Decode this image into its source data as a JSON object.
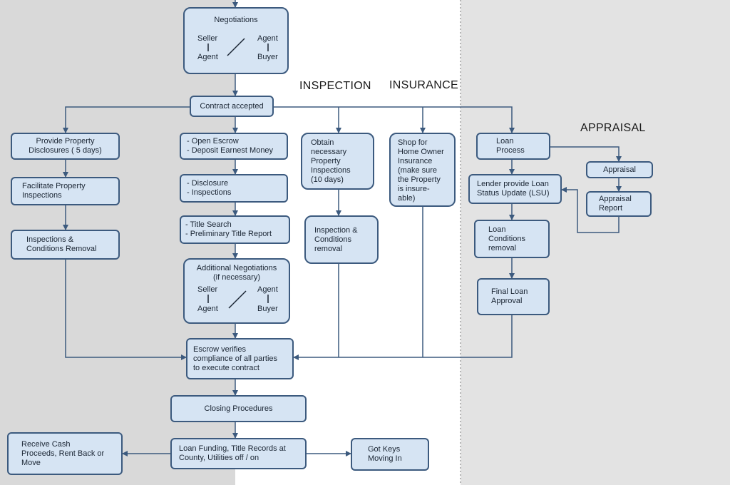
{
  "sections": {
    "inspection": "INSPECTION",
    "insurance": "INSURANCE",
    "appraisal": "APPRAISAL"
  },
  "nodes": {
    "negotiations": {
      "title": "Negotiations",
      "seller": "Seller",
      "agent_left": "Agent",
      "agent_right": "Agent",
      "buyer": "Buyer"
    },
    "contract_accepted": "Contract accepted",
    "provide_disclosures": "Provide Property\nDisclosures ( 5 days)",
    "facilitate_inspections": "Facilitate Property\nInspections",
    "inspections_removal_left": "Inspections &\nConditions Removal",
    "open_escrow": "- Open Escrow\n- Deposit Earnest Money",
    "disclosure_inspections": "- Disclosure\n- Inspections",
    "title_search": "- Title Search\n- Preliminary Title Report",
    "additional_negotiations": {
      "title": "Additional Negotiations\n(if necessary)",
      "seller": "Seller",
      "agent_left": "Agent",
      "agent_right": "Agent",
      "buyer": "Buyer"
    },
    "escrow_verifies": "Escrow verifies\ncompliance of all parties\nto execute contract",
    "closing_procedures": "Closing Procedures",
    "loan_funding": "Loan Funding, Title Records at\nCounty, Utilities off / on",
    "receive_cash": "Receive Cash\nProceeds, Rent Back or\nMove",
    "got_keys": "Got Keys\nMoving In",
    "obtain_inspections": "Obtain\nnecessary\nProperty\nInspections\n(10 days)",
    "inspection_removal_mid": "Inspection &\nConditions\nremoval",
    "shop_insurance": "Shop for\nHome Owner\nInsurance\n(make sure\nthe Property\nis insure-\nable)",
    "loan_process": "Loan\nProcess",
    "lender_lsu": "Lender provide Loan\nStatus Update (LSU)",
    "loan_conditions": "Loan\nConditions\nremoval",
    "final_loan": "Final Loan\nApproval",
    "appraisal_box": "Appraisal",
    "appraisal_report": "Appraisal\nReport"
  },
  "colors": {
    "box_fill": "#d6e4f3",
    "box_border": "#3c5a7e",
    "connector": "#3c5a7e",
    "panel_left": "#d9d9d9",
    "panel_right": "#e3e3e3"
  }
}
